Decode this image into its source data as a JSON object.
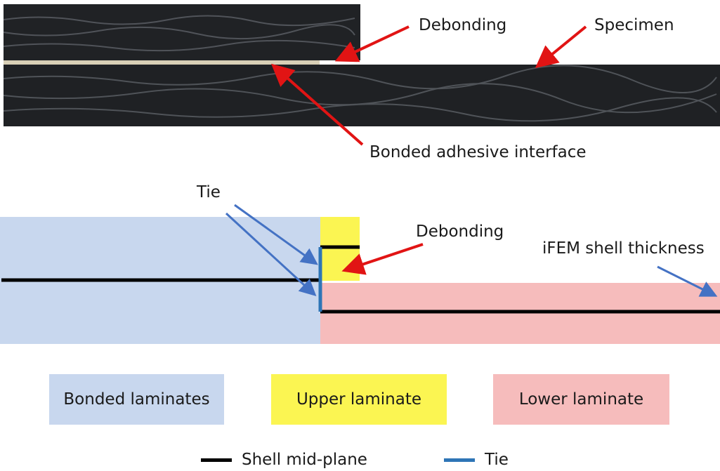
{
  "colors": {
    "bonded": "#c8d7ee",
    "upper": "#fbf552",
    "lower": "#f6bcbc",
    "midplane": "#000000",
    "tie": "#2e75b6",
    "red_arrow": "#e11414",
    "blue_arrow": "#4472c4",
    "specimen": "#1f2124",
    "adhesive": "#d8cfb6"
  },
  "photo": {
    "label_debonding": "Debonding",
    "label_specimen": "Specimen",
    "label_interface": "Bonded adhesive interface"
  },
  "model": {
    "label_tie": "Tie",
    "label_debonding": "Debonding",
    "label_thickness": "iFEM shell thickness"
  },
  "legend": {
    "bonded": "Bonded laminates",
    "upper": "Upper laminate",
    "lower": "Lower laminate",
    "midplane": "Shell mid-plane",
    "tie": "Tie"
  }
}
